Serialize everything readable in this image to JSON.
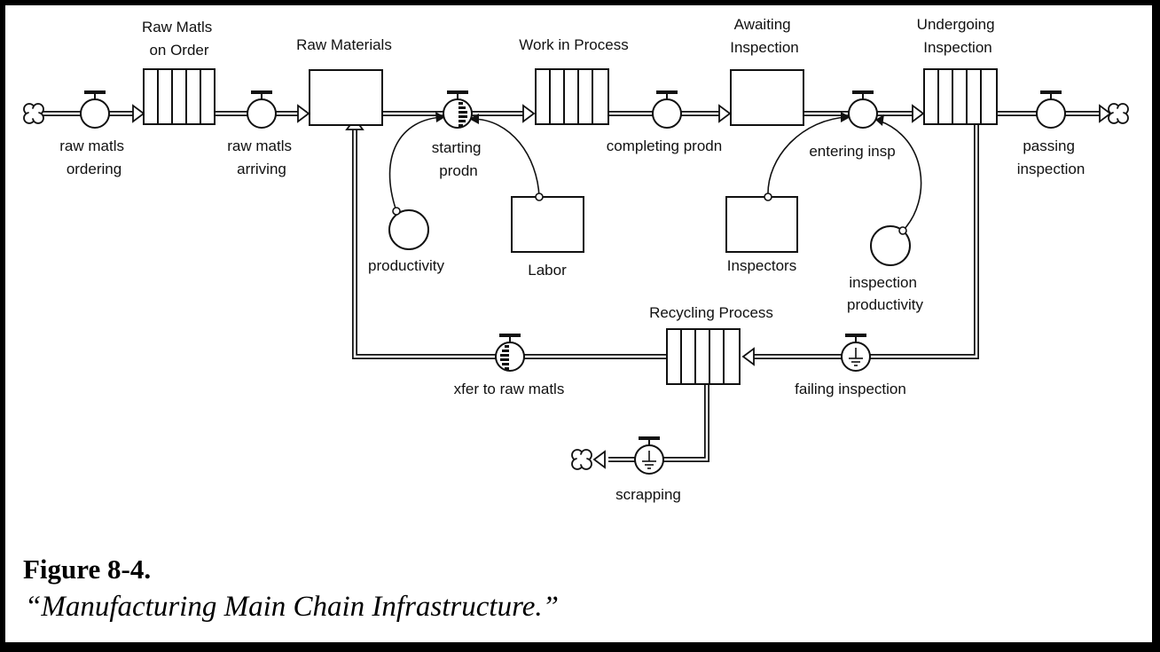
{
  "figure": {
    "number": "Figure 8-4.",
    "caption": "“Manufacturing Main Chain Infrastructure.”"
  },
  "stocks": {
    "raw_matls_on_order": [
      "Raw Matls",
      "on Order"
    ],
    "raw_materials": [
      "Raw Materials"
    ],
    "work_in_process": [
      "Work in Process"
    ],
    "awaiting_inspection": [
      "Awaiting",
      "Inspection"
    ],
    "undergoing_inspection": [
      "Undergoing",
      "Inspection"
    ],
    "recycling_process": [
      "Recycling Process"
    ],
    "labor": [
      "Labor"
    ],
    "inspectors": [
      "Inspectors"
    ]
  },
  "flows": {
    "raw_matls_ordering": [
      "raw matls",
      "ordering"
    ],
    "raw_matls_arriving": [
      "raw matls",
      "arriving"
    ],
    "starting_prodn": [
      "starting",
      "prodn"
    ],
    "completing_prodn": [
      "completing prodn"
    ],
    "entering_insp": [
      "entering insp"
    ],
    "passing_inspection": [
      "passing",
      "inspection"
    ],
    "failing_inspection": [
      "failing inspection"
    ],
    "xfer_to_raw_matls": [
      "xfer to raw matls"
    ],
    "scrapping": [
      "scrapping"
    ]
  },
  "auxiliaries": {
    "productivity": [
      "productivity"
    ],
    "inspection_productivity": [
      "inspection",
      "productivity"
    ]
  }
}
